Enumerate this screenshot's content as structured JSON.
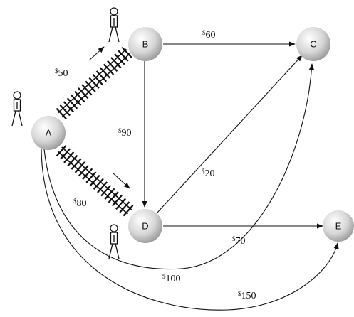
{
  "nodes": [
    {
      "id": "A",
      "label": "A"
    },
    {
      "id": "B",
      "label": "B"
    },
    {
      "id": "C",
      "label": "C"
    },
    {
      "id": "D",
      "label": "D"
    },
    {
      "id": "E",
      "label": "E"
    }
  ],
  "edges": [
    {
      "from": "A",
      "to": "B",
      "symbol": "$",
      "cost": "50",
      "railway": true
    },
    {
      "from": "A",
      "to": "D",
      "symbol": "$",
      "cost": "80",
      "railway": true
    },
    {
      "from": "B",
      "to": "C",
      "symbol": "$",
      "cost": "60"
    },
    {
      "from": "B",
      "to": "D",
      "symbol": "$",
      "cost": "90"
    },
    {
      "from": "D",
      "to": "C",
      "symbol": "$",
      "cost": "20"
    },
    {
      "from": "D",
      "to": "E",
      "symbol": "$",
      "cost": "70"
    },
    {
      "from": "A",
      "to": "C",
      "symbol": "$",
      "cost": "100"
    },
    {
      "from": "A",
      "to": "E",
      "symbol": "$",
      "cost": "150"
    }
  ],
  "colors": {
    "line": "#111111",
    "node_light": "#ffffff",
    "node_dark": "#9a9a9a"
  }
}
